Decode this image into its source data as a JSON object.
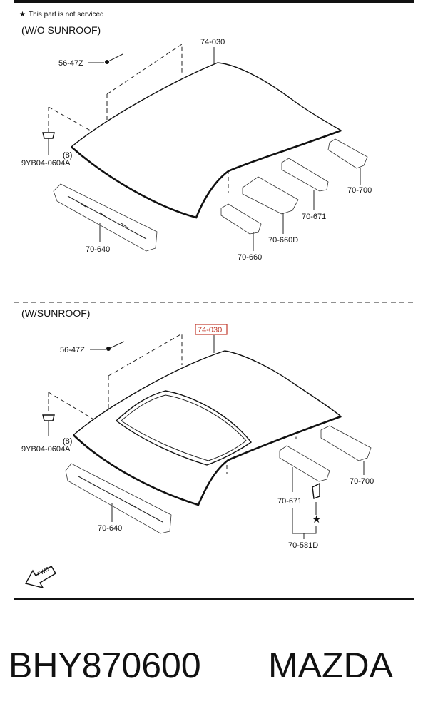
{
  "header": {
    "star_symbol": "★",
    "note": "This part is not serviced"
  },
  "top_section": {
    "title": "(W/O SUNROOF)",
    "labels": {
      "roof": "74-030",
      "bolt": "56-47Z",
      "clip": "9YB04-0604A",
      "clip_qty": "(8)",
      "front_header": "70-640",
      "rail_rear": "70-700",
      "rail_671": "70-671",
      "rail_660d": "70-660D",
      "rail_660": "70-660"
    }
  },
  "bottom_section": {
    "title": "(W/SUNROOF)",
    "labels": {
      "roof": "74-030",
      "bolt": "56-47Z",
      "clip": "9YB04-0604A",
      "clip_qty": "(8)",
      "front_header": "70-640",
      "rail_rear": "70-700",
      "rail_671": "70-671",
      "bracket": "70-581D",
      "fwd": "FWD"
    },
    "highlight_color": "#c0392b"
  },
  "footer": {
    "part_number": "BHY870600",
    "brand": "MAZDA"
  }
}
